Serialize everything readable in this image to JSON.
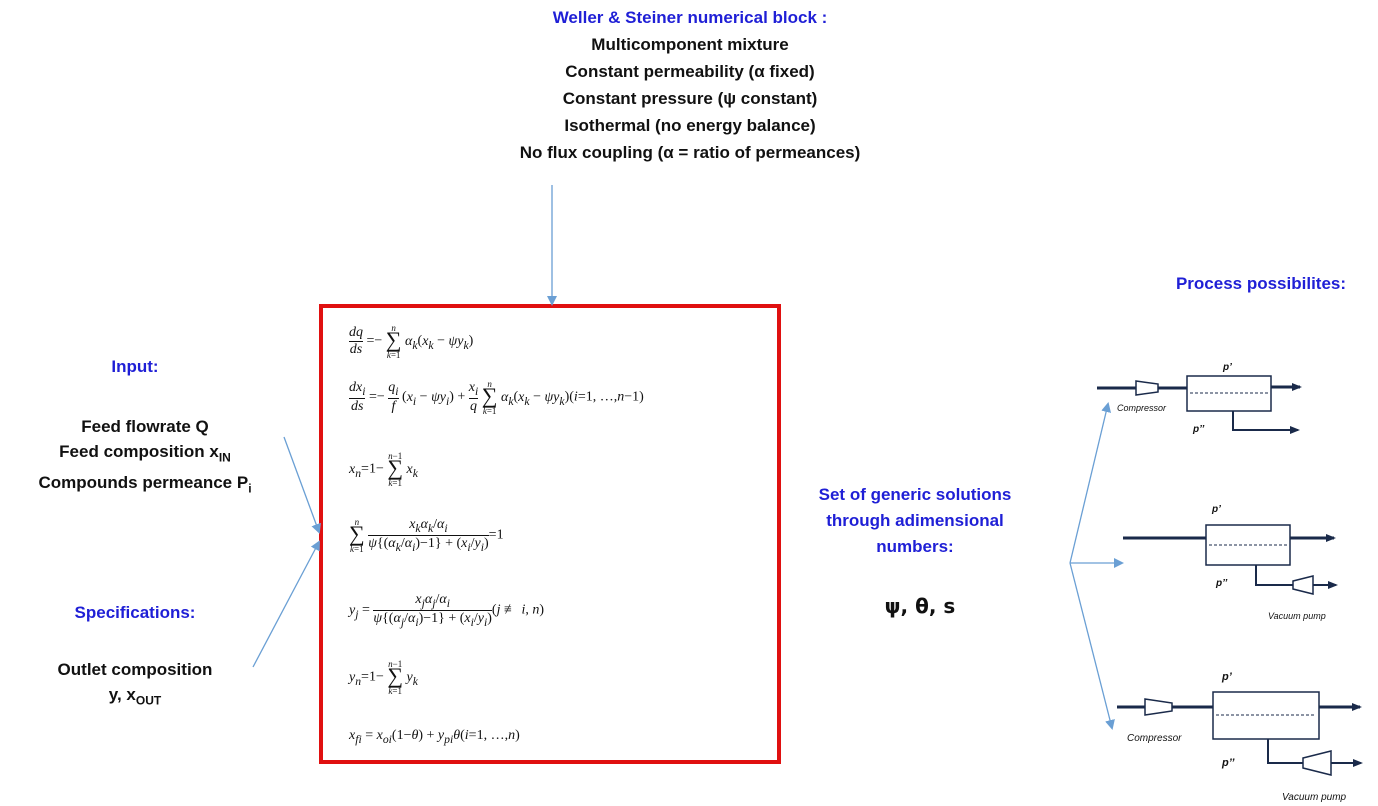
{
  "header": {
    "title": "Weller & Steiner numerical  block :",
    "lines": [
      "Multicomponent mixture",
      "Constant permeability (α fixed)",
      "Constant pressure (ψ constant)",
      "Isothermal (no energy balance)",
      "No flux coupling (α = ratio of permeances)"
    ]
  },
  "input": {
    "title": "Input:",
    "line1": "Feed flowrate Q",
    "line2_main": "Feed composition  x",
    "line2_sub": "IN",
    "line3_main": "Compounds  permeance  P",
    "line3_sub": "i"
  },
  "specs": {
    "title": "Specifications:",
    "line1": "Outlet composition",
    "line2_main": "y, x",
    "line2_sub": "OUT"
  },
  "equations": [
    "dq/ds = −Σ_{k=1}^{n} α_k(x_k − ψy_k)",
    "dx_i/ds = −(q_i/f)(x_i − ψy_i) + (x_i/q) Σ_{k=1}^{n} α_k(x_k − ψy_k)(i=1, …,n−1)",
    "x_n = 1− Σ_{k=1}^{n−1} x_k",
    "Σ_{k=1}^{n} (x_kα_k/α_i) / (ψ{(α_k/α_i)−1} + (x_i/y_i)) = 1",
    "y_j = (x_jα_j/α_i) / (ψ{(α_j/α_i)−1} + (x_i/y_i)) (j ≢ i, n)",
    "y_n = 1− Σ_{k=1}^{n−1} y_k",
    "x_fi = x_oi(1−θ) + y_piθ(i=1, …,n)"
  ],
  "solutions": {
    "lines": [
      "Set of generic solutions",
      "through adimensional",
      "numbers:"
    ],
    "symbols": "ψ, θ, s"
  },
  "process": {
    "title": "Process possibilites:",
    "p_prime": "p’",
    "p_double": "p’’",
    "compressor": "Compressor",
    "vacuum_pump": "Vacuum pump"
  },
  "colors": {
    "blue_text": "#1f1fd6",
    "box_border": "#e01010",
    "arrow": "#6a9fd4"
  }
}
